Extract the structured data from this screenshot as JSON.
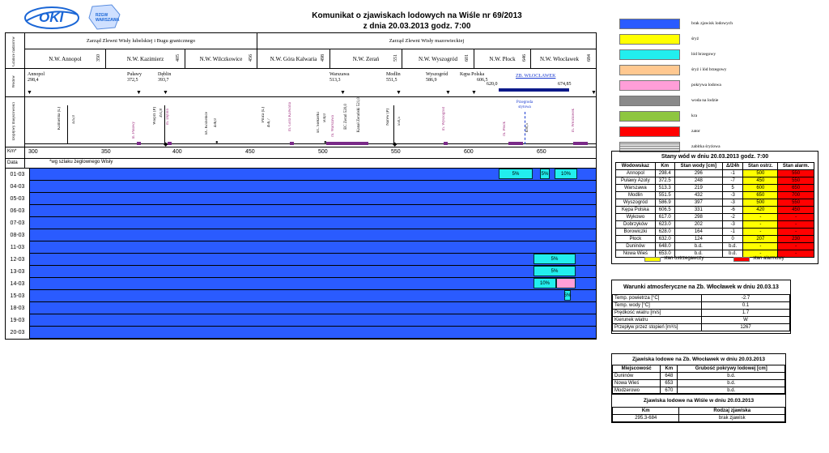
{
  "header": {
    "logo_oki": "OKI",
    "logo_rzgw": "RZGW WARSZAWA",
    "title_line1": "Komunikat o zjawiskach lodowych na Wiśle nr 69/2013",
    "title_line2": "z dnia 20.03.2013 godz. 7:00"
  },
  "left_labels": {
    "granice": "Granice nadzorów",
    "wodow": "Wodow",
    "doplywy": "Dopływy miejscowości",
    "km": "Km*",
    "data": "Data"
  },
  "zarzady": {
    "left": "Zarząd Zlewni Wisły lubelskiej i Bugu granicznego",
    "right": "Zarząd Zlewni Wisły mazowieckiej"
  },
  "nadzory": [
    {
      "name": "N.W. Annopol",
      "km": "350"
    },
    {
      "name": "N.W. Kazimierz",
      "km": "405"
    },
    {
      "name": "N.W. Wilczkowice",
      "km": "456"
    },
    {
      "name": "N.W. Góra Kalwaria",
      "km": "498"
    },
    {
      "name": "N.W. Zerań",
      "km": "551"
    },
    {
      "name": "N.W. Wyszogród",
      "km": "601"
    },
    {
      "name": "N.W. Płock",
      "km": "646"
    },
    {
      "name": "N.W. Włocławek",
      "km": "684"
    }
  ],
  "wodowskazy": [
    {
      "name": "Annopol",
      "km": "298,4"
    },
    {
      "name": "Puławy",
      "km": "372,5"
    },
    {
      "name": "Dęblin",
      "km": "393,7"
    },
    {
      "name": "Warszawa",
      "km": "513,3"
    },
    {
      "name": "Modlin",
      "km": "551,5"
    },
    {
      "name": "Wyszogród",
      "km": "586,9"
    },
    {
      "name": "Kępa Polska",
      "km": "606,5"
    },
    {
      "name": "ZB. WŁOCŁAWEK",
      "km": "620,0"
    },
    {
      "name": "",
      "km": "674,85"
    }
  ],
  "doplywy": [
    {
      "name": "Kamienna (L)",
      "km": "325,0"
    },
    {
      "name": "m. Puławy",
      "km": ""
    },
    {
      "name": "Wieprz (P)",
      "km": "391,8"
    },
    {
      "name": "m. Dęblin",
      "km": ""
    },
    {
      "name": "EC Kozienice",
      "km": "436,0"
    },
    {
      "name": "Pilica (L)",
      "km": "456,7"
    },
    {
      "name": "m. Góra Kalwaria",
      "km": ""
    },
    {
      "name": "EC Siekierki",
      "km": "504,0"
    },
    {
      "name": "m. Warszawa",
      "km": ""
    },
    {
      "name": "EC Żerań 520,0",
      "km": ""
    },
    {
      "name": "Kanał Żerański 521,0",
      "km": ""
    },
    {
      "name": "Narew (P)",
      "km": "550,5"
    },
    {
      "name": "m. Wyszogród",
      "km": ""
    },
    {
      "name": "m. Płock",
      "km": ""
    },
    {
      "name": "",
      "km": "630,5"
    },
    {
      "name": "m. Włocławek",
      "km": ""
    }
  ],
  "przegroda": "Przegroda stytowa",
  "km_axis": {
    "ticks": [
      "300",
      "350",
      "400",
      "450",
      "500",
      "550",
      "600",
      "650"
    ],
    "note": "*wg szlaku żeglownego Wisły"
  },
  "dates": [
    "01-03",
    "04-03",
    "05-03",
    "06-03",
    "07-03",
    "08-03",
    "11-03",
    "12-03",
    "13-03",
    "14-03",
    "15-03",
    "18-03",
    "19-03",
    "20-03"
  ],
  "ice_labels": {
    "r0a": "5%",
    "r0b": "5%",
    "r0c": "10%",
    "r7": "5%",
    "r8": "5%",
    "r9": "10%",
    "r10": "5%"
  },
  "legend": [
    {
      "label": "brak zjawisk lodowych",
      "color": "#2a5bff"
    },
    {
      "label": "śryż",
      "color": "#ffff00"
    },
    {
      "label": "lód brzegowy",
      "color": "#22eeee"
    },
    {
      "label": "śryż i lód brzegowy",
      "color": "#ffc890"
    },
    {
      "label": "pokrywa lodowa",
      "color": "#ff9ed8"
    },
    {
      "label": "woda na lodzie",
      "color": "#8a8a8a"
    },
    {
      "label": "kra",
      "color": "#8ec640"
    },
    {
      "label": "zator",
      "color": "#ff0000"
    },
    {
      "label": "zabitka śryżowa",
      "color": "#bdbdbd"
    }
  ],
  "stany": {
    "title": "Stany wód w dniu 20.03.2013 godz. 7:00",
    "headers": [
      "Wodowskaz",
      "Km",
      "Stan wody [cm]",
      "Δ/24h",
      "Stan ostrz.",
      "Stan alarm."
    ],
    "rows": [
      [
        "Annopol",
        "298.4",
        "296",
        "-1",
        "500",
        "550"
      ],
      [
        "Puławy Azoty",
        "372.5",
        "248",
        "-7",
        "450",
        "550"
      ],
      [
        "Warszawa",
        "513.3",
        "219",
        "5",
        "600",
        "650"
      ],
      [
        "Modlin",
        "551.5",
        "432",
        "-3",
        "650",
        "700"
      ],
      [
        "Wyszogród",
        "586.9",
        "397",
        "-3",
        "500",
        "550"
      ],
      [
        "Kępa Polska",
        "606.5",
        "331",
        "-6",
        "420",
        "450"
      ],
      [
        "Wykowo",
        "617.0",
        "298",
        "-2",
        "-",
        "-"
      ],
      [
        "Dobrzyków",
        "623.0",
        "202",
        "-3",
        "-",
        "-"
      ],
      [
        "Borowiczki",
        "628.0",
        "164",
        "-1",
        "-",
        "-"
      ],
      [
        "Płock",
        "632.0",
        "124",
        "0",
        "207",
        "230"
      ],
      [
        "Duninów",
        "648.0",
        "b.d.",
        "b.d.",
        "-",
        "-"
      ],
      [
        "Nowa Wieś",
        "653.0",
        "b.d.",
        "b.d.",
        "-",
        "-"
      ]
    ],
    "legend_ostrz": "stan ostrzegawczy",
    "legend_alarm": "stan alarmowy"
  },
  "warunki": {
    "title": "Warunki atmosferyczne na Zb. Włocławek w dniu 20.03.13",
    "rows": [
      [
        "Temp. powietrza [°C]",
        "-2.7"
      ],
      [
        "Temp. wody [°C]",
        "0.1"
      ],
      [
        "Prędkość wiatru [m/s]",
        "1.7"
      ],
      [
        "Kierunek wiatru",
        "W"
      ],
      [
        "Przepływ przez stopień [m³/s]",
        "1267"
      ]
    ]
  },
  "zjawiska_zb": {
    "title": "Zjawiska lodowe na Zb. Włocławek w dniu 20.03.2013",
    "headers": [
      "Miejscowość",
      "Km",
      "Grubość pokrywy lodowej [cm]"
    ],
    "rows": [
      [
        "Duninów",
        "648",
        "b.d."
      ],
      [
        "Nowa Wieś",
        "653",
        "b.d."
      ],
      [
        "Modzerowo",
        "670",
        "b.d."
      ]
    ]
  },
  "zjawiska_wisla": {
    "title": "Zjawiska lodowe na Wiśle w dniu 20.03.2013",
    "headers": [
      "Km",
      "Rodzaj zjawiska"
    ],
    "rows": [
      [
        "295.3-684",
        "brak zjawisk"
      ]
    ]
  }
}
